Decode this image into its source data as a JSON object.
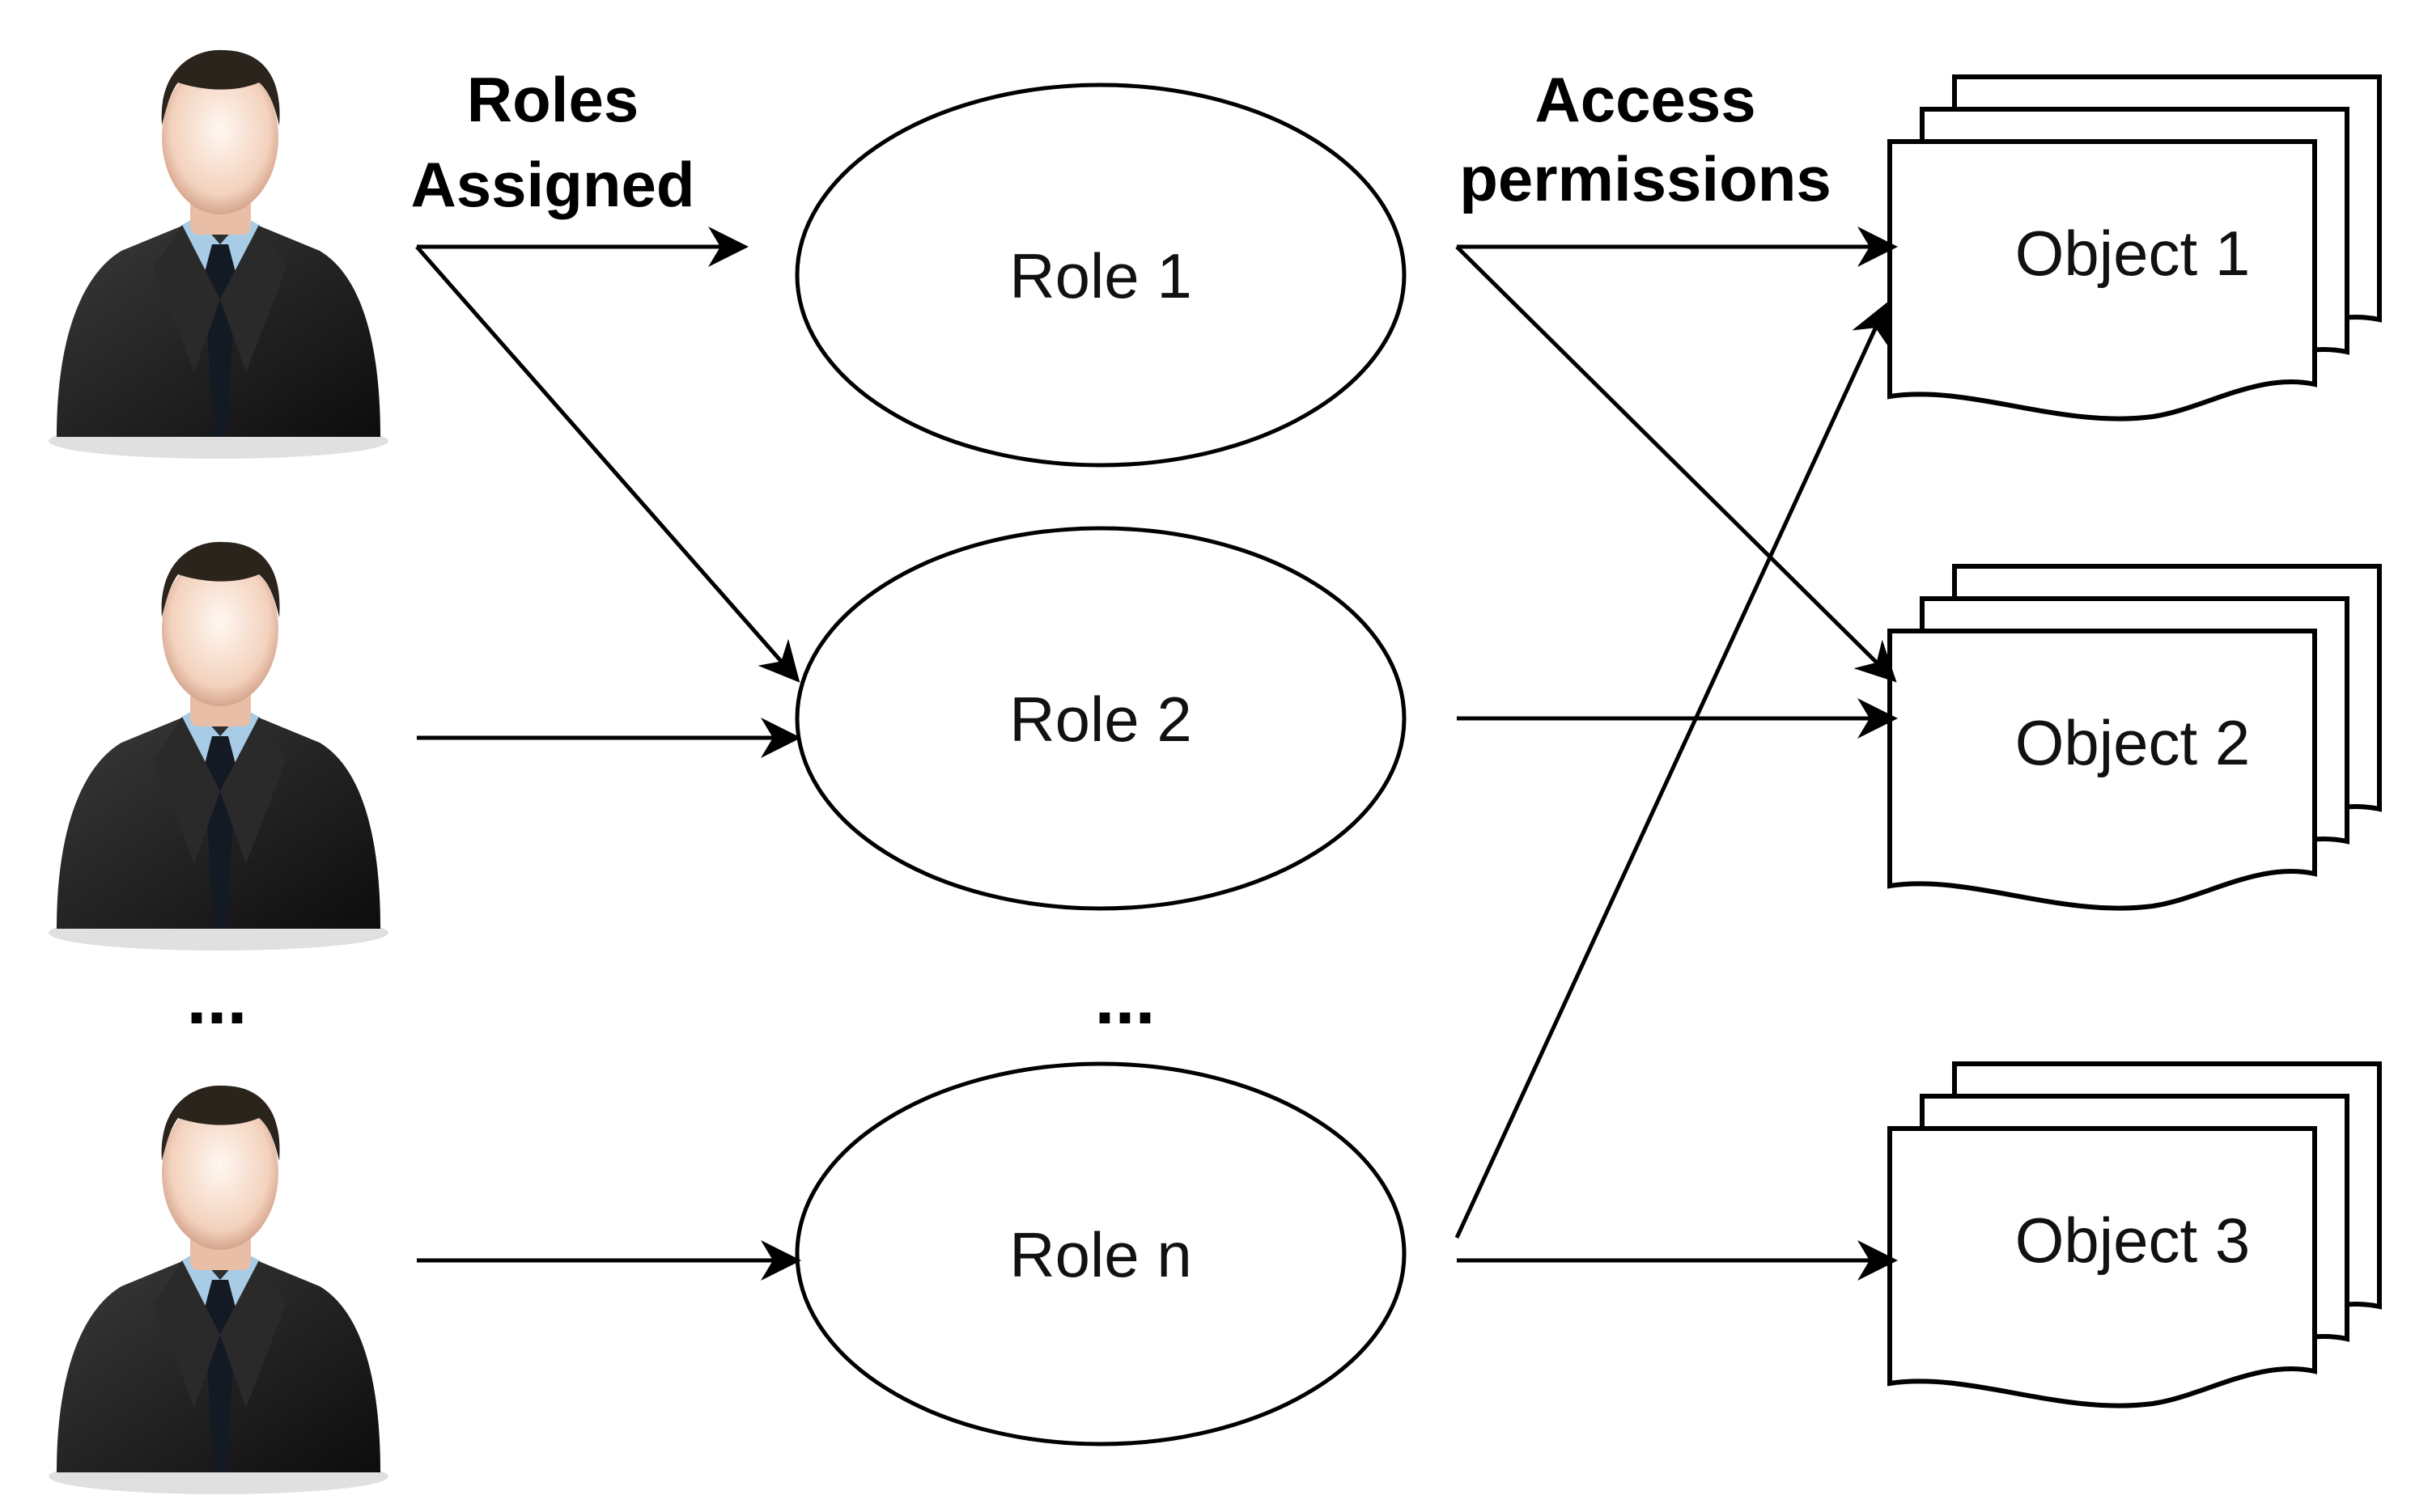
{
  "labels": {
    "roles_assigned_line1": "Roles",
    "roles_assigned_line2": "Assigned",
    "access_line1": "Access",
    "access_line2": "permissions",
    "ellipsis_users": "...",
    "ellipsis_roles": "..."
  },
  "roles": [
    {
      "id": "r1",
      "label": "Role 1"
    },
    {
      "id": "r2",
      "label": "Role 2"
    },
    {
      "id": "rn",
      "label": "Role n"
    }
  ],
  "objects": [
    {
      "id": "o1",
      "label": "Object 1"
    },
    {
      "id": "o2",
      "label": "Object 2"
    },
    {
      "id": "o3",
      "label": "Object 3"
    }
  ],
  "users": [
    {
      "id": "u1",
      "icon": "user-icon"
    },
    {
      "id": "u2",
      "icon": "user-icon"
    },
    {
      "id": "u3",
      "icon": "user-icon"
    }
  ],
  "user_role_edges": [
    {
      "from": "u1",
      "to": "r1"
    },
    {
      "from": "u1",
      "to": "r2"
    },
    {
      "from": "u2",
      "to": "r2"
    },
    {
      "from": "u3",
      "to": "rn"
    }
  ],
  "role_object_edges": [
    {
      "from": "r1",
      "to": "o1"
    },
    {
      "from": "r1",
      "to": "o2"
    },
    {
      "from": "r2",
      "to": "o2"
    },
    {
      "from": "rn",
      "to": "o1"
    },
    {
      "from": "rn",
      "to": "o3"
    }
  ],
  "colors": {
    "stroke": "#000000",
    "suit": "#1c1c1c",
    "shirt": "#a8cbe6",
    "tie": "#141a24",
    "face": "#f3d2bd",
    "hair": "#2b241d"
  }
}
